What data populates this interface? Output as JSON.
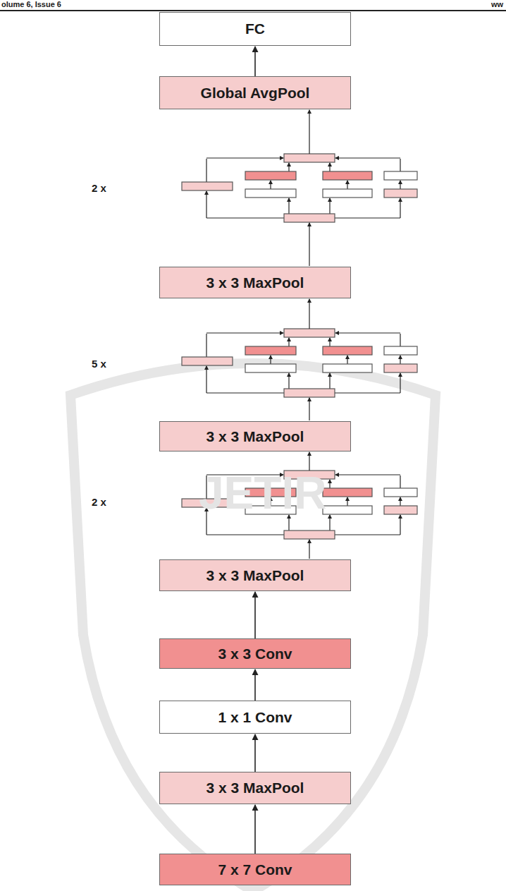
{
  "diagram": {
    "nodes": [
      {
        "text": [
          "FC"
        ]
      },
      {
        "text": [
          "Global AvgPool"
        ]
      },
      {
        "text": [
          "3 x 3 MaxPool"
        ]
      },
      {
        "text": [
          "3 x 3 MaxPool"
        ]
      },
      {
        "text": [
          "3 x 3 MaxPool"
        ]
      },
      {
        "text": [
          "3 x 3 Conv"
        ]
      },
      {
        "text": [
          "1 x 1 Conv"
        ]
      },
      {
        "text": [
          "3 x 3 MaxPool"
        ]
      },
      {
        "text": [
          "7 x 7 Conv"
        ]
      }
    ],
    "edges": [
      {
        "from": 8,
        "to": 7,
        "arrow": "to"
      },
      {
        "from": 7,
        "to": 6,
        "arrow": "to"
      },
      {
        "from": 6,
        "to": 5,
        "arrow": "to"
      },
      {
        "from": 5,
        "to": 4,
        "arrow": "to"
      },
      {
        "from": 1,
        "to": 0,
        "arrow": "to"
      }
    ],
    "labels": [
      "olume 6, Issue 6",
      "ww",
      "2 x",
      "5 x",
      "2 x",
      "JETIR"
    ]
  }
}
